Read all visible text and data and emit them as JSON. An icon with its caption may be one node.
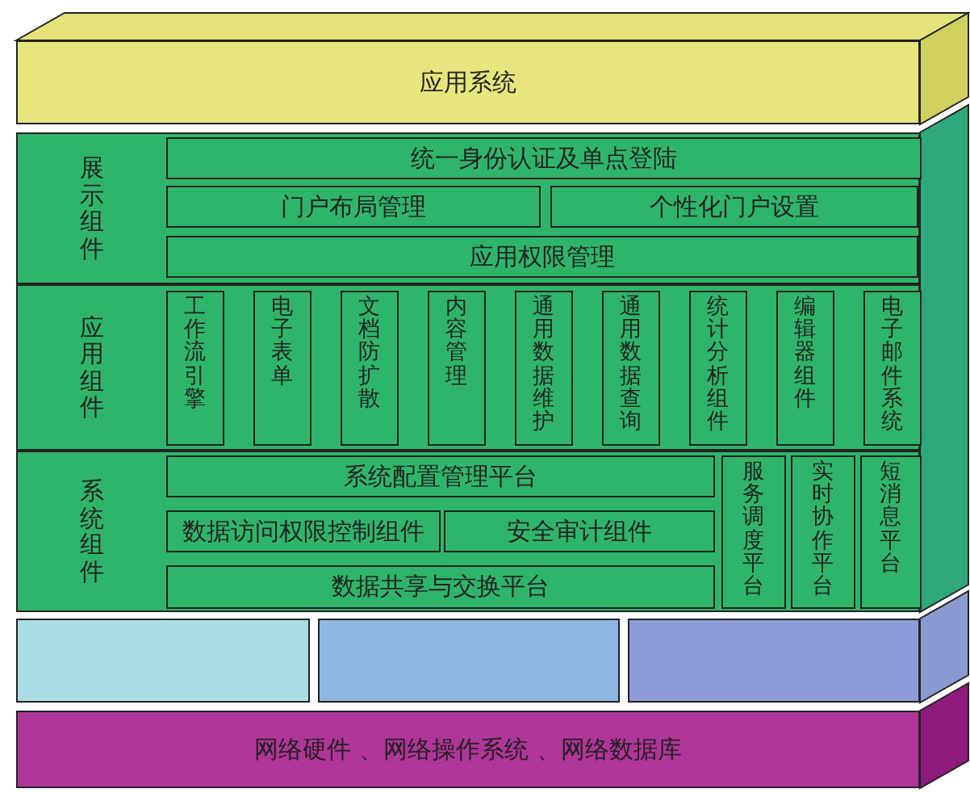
{
  "diagram": {
    "nodes": [
      {
        "text": [
          "应用系统"
        ]
      },
      {
        "text": [
          "展示组件"
        ]
      },
      {
        "text": [
          "统一身份认证及单点登陆"
        ],
        "in": 1
      },
      {
        "text": [
          "门户布局管理"
        ],
        "in": 1
      },
      {
        "text": [
          "个性化门户设置"
        ],
        "in": 1
      },
      {
        "text": [
          "应用权限管理"
        ],
        "in": 1
      },
      {
        "text": [
          "应用组件"
        ]
      },
      {
        "text": [
          "工作流引擎"
        ],
        "in": 6
      },
      {
        "text": [
          "电子表单"
        ],
        "in": 6
      },
      {
        "text": [
          "文档防扩散"
        ],
        "in": 6
      },
      {
        "text": [
          "内容管理"
        ],
        "in": 6
      },
      {
        "text": [
          "通用数据维护"
        ],
        "in": 6
      },
      {
        "text": [
          "通用数据查询"
        ],
        "in": 6
      },
      {
        "text": [
          "统计分析组件"
        ],
        "in": 6
      },
      {
        "text": [
          "编辑器组件"
        ],
        "in": 6
      },
      {
        "text": [
          "电子邮件系统"
        ],
        "in": 6
      },
      {
        "text": [
          "系统组件"
        ]
      },
      {
        "text": [
          "系统配置管理平台"
        ],
        "in": 16
      },
      {
        "text": [
          "数据访问权限控制组件"
        ],
        "in": 16
      },
      {
        "text": [
          "安全审计组件"
        ],
        "in": 16
      },
      {
        "text": [
          "数据共享与交换平台"
        ],
        "in": 16
      },
      {
        "text": [
          "服务调度平台"
        ],
        "in": 16
      },
      {
        "text": [
          "实时协作平台"
        ],
        "in": 16
      },
      {
        "text": [
          "短消息平台"
        ],
        "in": 16
      },
      {
        "text": [],
        "shape": "box"
      },
      {
        "text": [],
        "shape": "box"
      },
      {
        "text": [],
        "shape": "box"
      },
      {
        "text": [
          "网络硬件 、网络操作系统 、网络数据库"
        ]
      }
    ]
  }
}
